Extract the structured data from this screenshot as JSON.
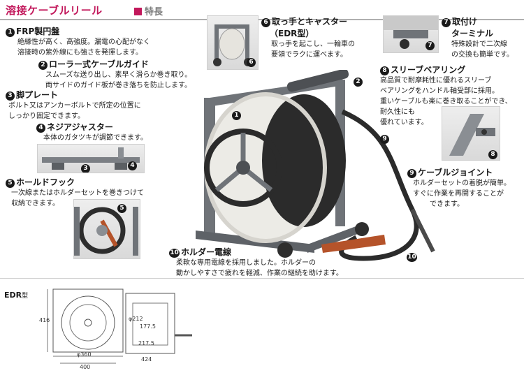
{
  "header": {
    "title": "溶接ケーブルリール",
    "badge": "特長"
  },
  "features": [
    {
      "num": "1",
      "title": "FRP製円盤",
      "desc": [
        "絶縁性が高く、高強度。漏電の心配がなく",
        "溶接時の紫外線にも強さを発揮します。"
      ]
    },
    {
      "num": "2",
      "title": "ローラー式ケーブルガイド",
      "desc": [
        "スムーズな送り出し、素早く滑らか巻き取り。",
        "両サイドのガイド板が巻き落ちを防止します。"
      ]
    },
    {
      "num": "3",
      "title": "脚プレート",
      "desc": [
        "ボルト又はアンカーボルトで所定の位置に",
        "しっかり固定できます。"
      ]
    },
    {
      "num": "4",
      "title": "ネジアジャスター",
      "desc": [
        "本体のガタツキが調節できます。"
      ]
    },
    {
      "num": "5",
      "title": "ホールドフック",
      "desc": [
        "一次線またはホルダーセットを巻きつけて",
        "収納できます。"
      ]
    },
    {
      "num": "6",
      "title": "取っ手とキャスター",
      "subtitle": "（EDR型）",
      "desc": [
        "取っ手を起こし、一輪車の",
        "要領でラクに運べます。"
      ]
    },
    {
      "num": "7",
      "title": "取付け",
      "title2": "ターミナル",
      "desc": [
        "特殊設計で二次線",
        "の交換も簡単です。"
      ]
    },
    {
      "num": "8",
      "title": "スリーブベアリング",
      "desc": [
        "高品質で耐摩耗性に優れるスリーブ",
        "ベアリングをハンドル軸受部に採用。",
        "重いケーブルも楽に巻き取ることができ、",
        "耐久性にも",
        "優れています。"
      ]
    },
    {
      "num": "9",
      "title": "ケーブルジョイント",
      "desc": [
        "ホルダーセットの着脱が簡単。",
        "すぐに作業を再開することが",
        "できます。"
      ]
    },
    {
      "num": "10",
      "title": "ホルダー電線",
      "desc": [
        "柔軟な専用電線を採用しました。ホルダーの",
        "動かしやすさで疲れを軽減、作業の継続を助けます。"
      ]
    }
  ],
  "drawing": {
    "model": "EDR",
    "model_suffix": "型",
    "dims": {
      "height": "416",
      "dia_front": "φ360",
      "width": "400",
      "dia_side": "φ212",
      "d1": "177.5",
      "d2": "217.5",
      "depth": "424"
    }
  },
  "colors": {
    "accent": "#c2185b",
    "frame": "#6f7378",
    "drum": "#ecebe6",
    "cable": "#2b2b2b",
    "holder": "#b5532a"
  }
}
